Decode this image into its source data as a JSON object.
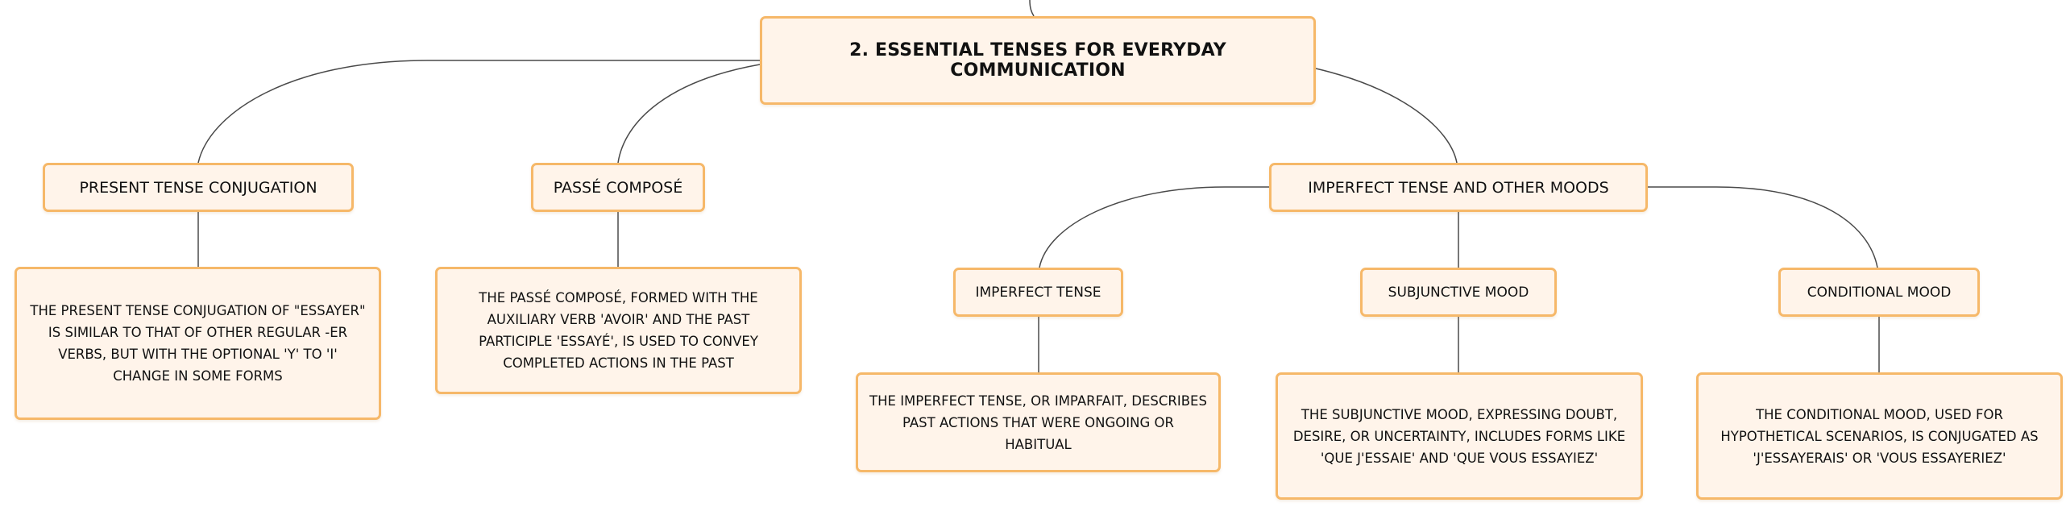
{
  "root": {
    "label": "2. ESSENTIAL TENSES FOR EVERYDAY COMMUNICATION"
  },
  "branches": {
    "present": {
      "label": "PRESENT TENSE CONJUGATION",
      "description": "THE PRESENT TENSE CONJUGATION OF \"ESSAYER\" IS SIMILAR TO THAT OF OTHER REGULAR -ER VERBS, BUT WITH THE OPTIONAL 'Y' TO 'I' CHANGE IN SOME FORMS"
    },
    "passe_compose": {
      "label": "PASSÉ COMPOSÉ",
      "description": "THE PASSÉ COMPOSÉ, FORMED WITH THE AUXILIARY VERB 'AVOIR' AND THE PAST PARTICIPLE 'ESSAYÉ', IS USED TO CONVEY COMPLETED ACTIONS IN THE PAST"
    },
    "imperfect_moods": {
      "label": "IMPERFECT TENSE AND OTHER MOODS",
      "children": {
        "imperfect": {
          "label": "IMPERFECT TENSE",
          "description": "THE IMPERFECT TENSE, OR IMPARFAIT, DESCRIBES PAST ACTIONS THAT WERE ONGOING OR HABITUAL"
        },
        "subjunctive": {
          "label": "SUBJUNCTIVE MOOD",
          "description": "THE SUBJUNCTIVE MOOD, EXPRESSING DOUBT, DESIRE, OR UNCERTAINTY, INCLUDES FORMS LIKE 'QUE J'ESSAIE' AND 'QUE VOUS ESSAYIEZ'"
        },
        "conditional": {
          "label": "CONDITIONAL MOOD",
          "description": "THE CONDITIONAL MOOD, USED FOR HYPOTHETICAL SCENARIOS, IS CONJUGATED AS 'J'ESSAYERAIS' OR 'VOUS ESSAYERIEZ'"
        }
      }
    }
  },
  "colors": {
    "node_fill": "#fff4ea",
    "node_border": "#f6b869",
    "connector": "#4a4a4a"
  }
}
